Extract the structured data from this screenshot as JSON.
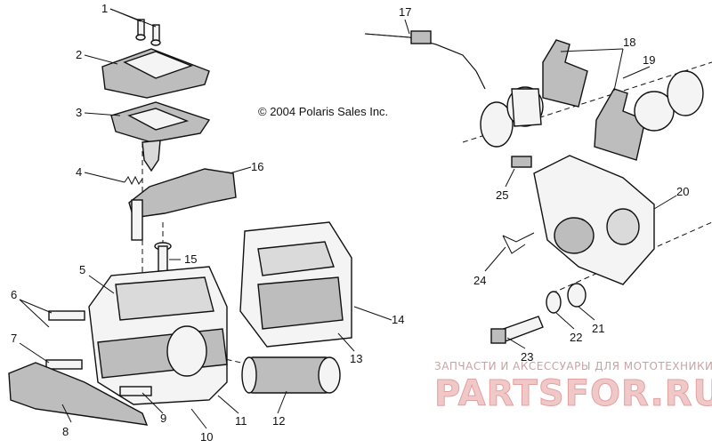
{
  "copyright": "© 2004 Polaris Sales Inc.",
  "watermark": {
    "tagline": "ЗАПЧАСТИ И АКСЕССУАРЫ ДЛЯ МОТОТЕХНИКИ",
    "brand": "PARTSFOR.RU"
  },
  "callouts": [
    "1",
    "2",
    "3",
    "4",
    "5",
    "6",
    "7",
    "8",
    "9",
    "10",
    "11",
    "12",
    "13",
    "14",
    "15",
    "16",
    "17",
    "18",
    "19",
    "20",
    "21",
    "22",
    "23",
    "24",
    "25"
  ]
}
